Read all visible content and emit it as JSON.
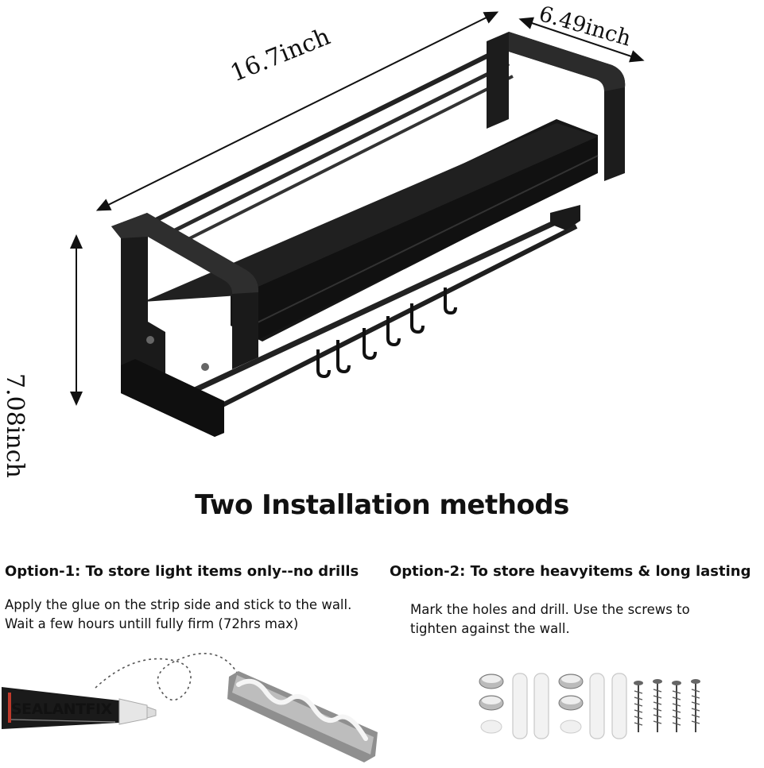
{
  "dimensions": {
    "length": "16.7inch",
    "depth": "6.49inch",
    "height": "7.08inch"
  },
  "title": "Two Installation methods",
  "option1": {
    "title": "Option-1: To store light items only--no drills",
    "line1": "Apply the glue on the strip side and stick to the wall.",
    "line2": "Wait a few hours untill fully firm (72hrs max)",
    "product_label": "SEALANTFIX"
  },
  "option2": {
    "title": "Option-2: To store heavyitems & long lasting",
    "line1": "Mark the holes and drill. Use the screws to",
    "line2": "tighten against the wall."
  },
  "colors": {
    "rack": "#1a1a1a",
    "text": "#111111",
    "background": "#ffffff"
  }
}
